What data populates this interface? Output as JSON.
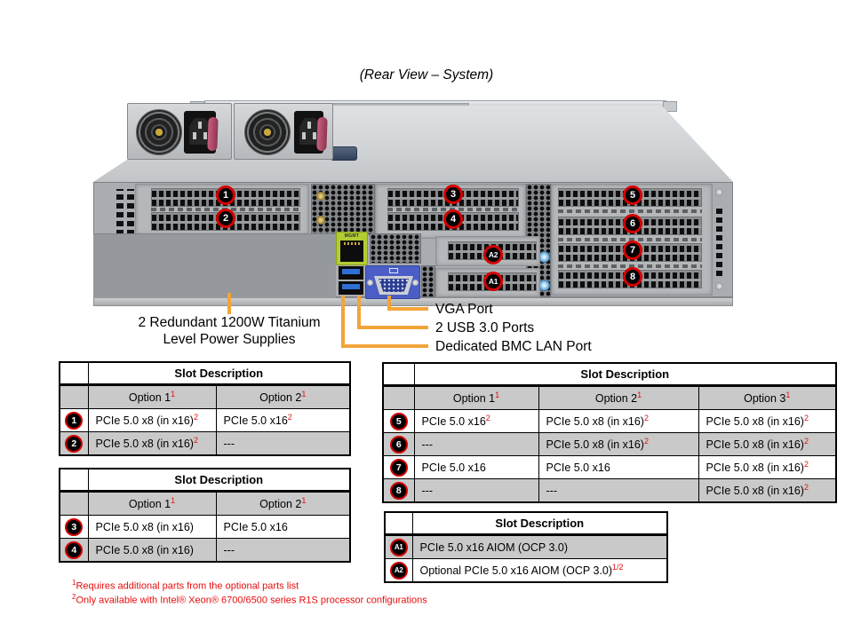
{
  "title": "(Rear View – System)",
  "figure": {
    "badges": [
      "1",
      "2",
      "3",
      "4",
      "5",
      "6",
      "7",
      "8",
      "A2",
      "A1"
    ],
    "mgmt_label": "MGMT",
    "labels": {
      "psu_line1": "2 Redundant 1200W Titanium",
      "psu_line2": "Level Power Supplies",
      "vga": "VGA Port",
      "usb": "2 USB 3.0 Ports",
      "bmc": "Dedicated BMC LAN Port"
    },
    "colors": {
      "callout_line": "#F2A43A",
      "badge_ring": "#D40000",
      "mgmt_green": "#B2CC33",
      "vga_blue": "#4A5EC5",
      "usb_blue": "#2F6FD4",
      "footnote_red": "#E60D0D"
    }
  },
  "tables": {
    "left_top": {
      "slot_header": "Slot Description",
      "options": [
        {
          "label": "Option 1",
          "sup": "1"
        },
        {
          "label": "Option 2",
          "sup": "1"
        }
      ],
      "rows": [
        {
          "slot": "1",
          "cells": [
            {
              "text": "PCIe 5.0 x8 (in x16)",
              "sup": "2"
            },
            {
              "text": "PCIe 5.0 x16",
              "sup": "2"
            }
          ]
        },
        {
          "slot": "2",
          "cells": [
            {
              "text": "PCIe 5.0 x8 (in x16)",
              "sup": "2"
            },
            {
              "text": "---",
              "sup": ""
            }
          ]
        }
      ]
    },
    "left_bottom": {
      "slot_header": "Slot Description",
      "options": [
        {
          "label": "Option 1",
          "sup": "1"
        },
        {
          "label": "Option 2",
          "sup": "1"
        }
      ],
      "rows": [
        {
          "slot": "3",
          "cells": [
            {
              "text": "PCIe 5.0 x8 (in x16)",
              "sup": ""
            },
            {
              "text": "PCIe 5.0 x16",
              "sup": ""
            }
          ]
        },
        {
          "slot": "4",
          "cells": [
            {
              "text": "PCIe 5.0 x8 (in x16)",
              "sup": ""
            },
            {
              "text": "---",
              "sup": ""
            }
          ]
        }
      ]
    },
    "right_main": {
      "slot_header": "Slot Description",
      "options": [
        {
          "label": "Option 1",
          "sup": "1"
        },
        {
          "label": "Option 2",
          "sup": "1"
        },
        {
          "label": "Option 3",
          "sup": "1"
        }
      ],
      "rows": [
        {
          "slot": "5",
          "cells": [
            {
              "text": "PCIe 5.0 x16",
              "sup": "2"
            },
            {
              "text": "PCIe 5.0 x8 (in x16)",
              "sup": "2"
            },
            {
              "text": "PCIe 5.0 x8 (in x16)",
              "sup": "2"
            }
          ]
        },
        {
          "slot": "6",
          "cells": [
            {
              "text": "---",
              "sup": ""
            },
            {
              "text": "PCIe 5.0 x8 (in x16)",
              "sup": "2"
            },
            {
              "text": "PCIe 5.0 x8 (in x16)",
              "sup": "2"
            }
          ]
        },
        {
          "slot": "7",
          "cells": [
            {
              "text": "PCIe 5.0 x16",
              "sup": ""
            },
            {
              "text": "PCIe 5.0 x16",
              "sup": ""
            },
            {
              "text": "PCIe 5.0 x8 (in x16)",
              "sup": "2"
            }
          ]
        },
        {
          "slot": "8",
          "cells": [
            {
              "text": "---",
              "sup": ""
            },
            {
              "text": "---",
              "sup": ""
            },
            {
              "text": "PCIe 5.0 x8 (in x16)",
              "sup": "2"
            }
          ]
        }
      ]
    },
    "aiom": {
      "slot_header": "Slot Description",
      "rows": [
        {
          "slot": "A1",
          "cells": [
            {
              "text": "PCIe 5.0 x16 AIOM (OCP 3.0)",
              "sup": ""
            }
          ]
        },
        {
          "slot": "A2",
          "cells": [
            {
              "text": "Optional PCIe 5.0 x16 AIOM (OCP 3.0)",
              "sup": "1/2"
            }
          ]
        }
      ]
    }
  },
  "footnotes": [
    {
      "sup": "1",
      "text": "Requires additional parts from the optional parts list"
    },
    {
      "sup": "2",
      "text": "Only available with Intel® Xeon® 6700/6500 series R1S processor configurations"
    }
  ]
}
